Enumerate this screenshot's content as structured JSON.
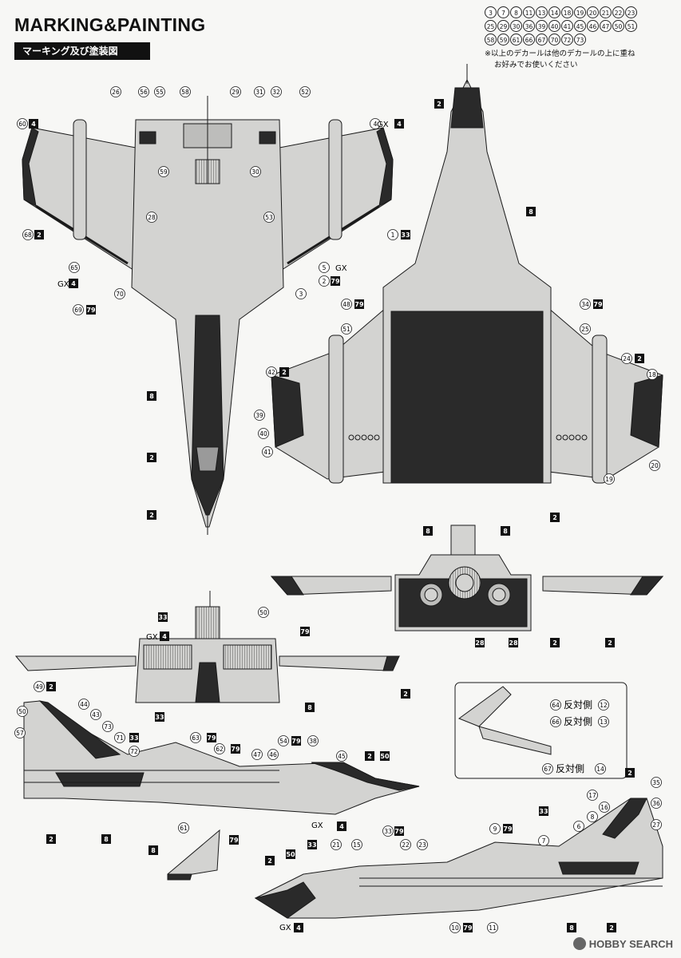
{
  "header": {
    "title": "MARKING&PAINTING",
    "subtitle": "マーキング及び塗装図"
  },
  "decal_note": {
    "row1": [
      "3",
      "7",
      "8",
      "11",
      "13",
      "14",
      "18",
      "19",
      "20",
      "21",
      "22",
      "23"
    ],
    "row2": [
      "25",
      "29",
      "30",
      "36",
      "39",
      "40",
      "41",
      "45",
      "46",
      "47",
      "50",
      "51"
    ],
    "row3": [
      "58",
      "59",
      "61",
      "66",
      "67",
      "70",
      "72",
      "73"
    ],
    "text_line1": "※以上のデカールは他のデカールの上に重ね",
    "text_line2": "お好みでお使いください"
  },
  "inset_callouts": [
    {
      "num": "64",
      "text": "反対側",
      "ref": "12"
    },
    {
      "num": "66",
      "text": "反対側",
      "ref": "13"
    },
    {
      "num": "67",
      "text": "反対側",
      "ref": "14"
    }
  ],
  "colors": {
    "body_gray": "#d3d3d1",
    "dark_panel": "#2a2a2a",
    "line": "#1a1a1a",
    "bg": "#f7f7f5"
  },
  "top_view": {
    "circles": [
      "26",
      "56",
      "55",
      "58",
      "29",
      "31",
      "32",
      "52",
      "60",
      "4",
      "59",
      "30",
      "28",
      "53",
      "1",
      "68",
      "65",
      "5",
      "70",
      "2",
      "3",
      "69"
    ],
    "squares": [
      "4",
      "4",
      "33",
      "2",
      "79",
      "4",
      "79",
      "8",
      "2",
      "2"
    ],
    "gx": [
      "GX",
      "GX",
      "GX"
    ]
  },
  "bottom_view": {
    "circles": [
      "48",
      "51",
      "34",
      "25",
      "24",
      "18",
      "42",
      "39",
      "40",
      "41",
      "19",
      "20"
    ],
    "squares": [
      "2",
      "8",
      "79",
      "79",
      "2",
      "2",
      "2"
    ]
  },
  "rear_view": {
    "squares": [
      "8",
      "8",
      "2",
      "2",
      "28",
      "28"
    ]
  },
  "front_view": {
    "circles": [
      "50"
    ],
    "squares": [
      "33",
      "4",
      "79",
      "2",
      "8",
      "33"
    ],
    "gx": [
      "GX"
    ]
  },
  "side_left": {
    "circles": [
      "49",
      "50",
      "44",
      "43",
      "57",
      "73",
      "71",
      "72",
      "63",
      "62",
      "54",
      "38",
      "47",
      "46",
      "45",
      "61"
    ],
    "squares": [
      "2",
      "33",
      "79",
      "79",
      "79",
      "2",
      "50",
      "4",
      "2",
      "8"
    ],
    "gx": [
      "GX"
    ]
  },
  "part_small": {
    "squares": [
      "8",
      "79"
    ]
  },
  "side_right": {
    "circles": [
      "35",
      "36",
      "17",
      "16",
      "8",
      "6",
      "7",
      "27",
      "21",
      "15",
      "33",
      "22",
      "23",
      "9",
      "10",
      "11"
    ],
    "squares": [
      "2",
      "33",
      "33",
      "50",
      "2",
      "79",
      "79",
      "79",
      "4",
      "8",
      "2"
    ],
    "gx": [
      "GX"
    ]
  },
  "watermark": {
    "brand": "HOBBY SEARCH"
  }
}
